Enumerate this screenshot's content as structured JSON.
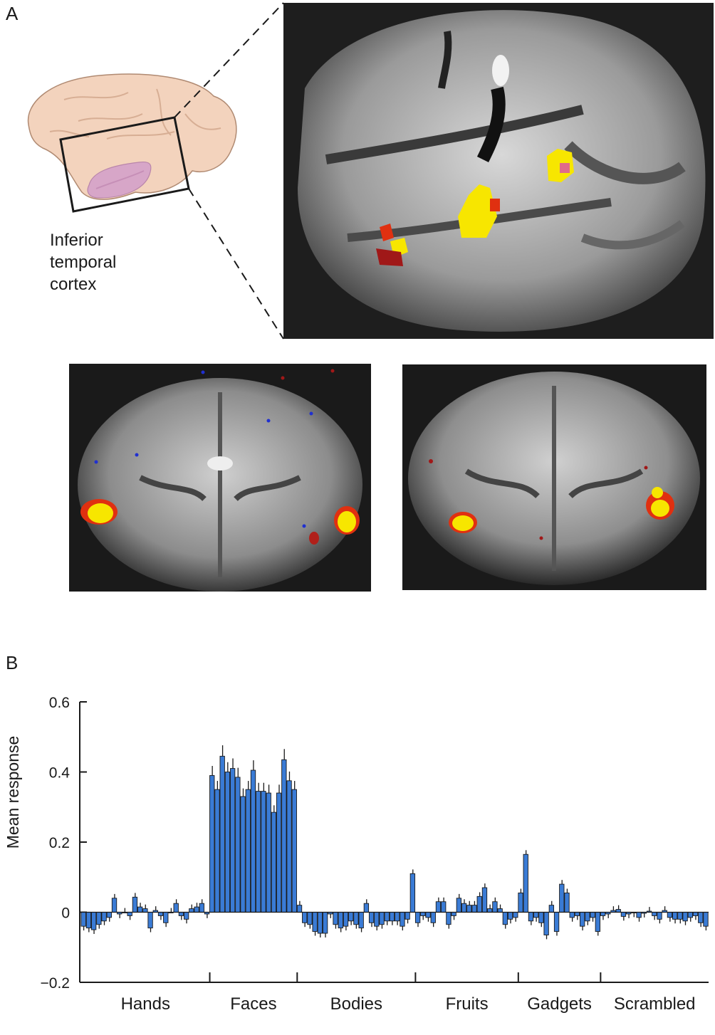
{
  "panel_a": {
    "letter": "A",
    "region_label": "Inferior\ntemporal\ncortex"
  },
  "panel_b": {
    "letter": "B"
  },
  "colors": {
    "bar_fill": "#3a7bd5",
    "activation_hot": "#f7e600",
    "activation_warm": "#e03010",
    "brain_skin": "#f3d3bd",
    "itc_highlight": "#d7a6c8"
  },
  "chart_data": {
    "type": "bar",
    "ylabel": "Mean response",
    "ylim": [
      -0.2,
      0.6
    ],
    "yticks": [
      -0.2,
      0,
      0.2,
      0.4,
      0.6
    ],
    "ytick_labels": [
      "−0.2",
      "0",
      "0.2",
      "0.4",
      "0.6"
    ],
    "categories": [
      "Hands",
      "Faces",
      "Bodies",
      "Fruits",
      "Gadgets",
      "Scrambled"
    ],
    "series": [
      {
        "category": "Hands",
        "values": [
          -0.04,
          -0.045,
          -0.05,
          -0.035,
          -0.025,
          -0.015,
          0.04,
          -0.005,
          0.0,
          -0.01,
          0.043,
          0.015,
          0.01,
          -0.045,
          0.005,
          -0.01,
          -0.03,
          0.0,
          0.025,
          -0.01,
          -0.02,
          0.01,
          0.015,
          0.025,
          -0.005
        ]
      },
      {
        "category": "Faces",
        "values": [
          0.39,
          0.35,
          0.445,
          0.4,
          0.41,
          0.385,
          0.33,
          0.35,
          0.405,
          0.345,
          0.345,
          0.34,
          0.285,
          0.34,
          0.435,
          0.375,
          0.35
        ]
      },
      {
        "category": "Bodies",
        "values": [
          0.02,
          -0.03,
          -0.035,
          -0.055,
          -0.06,
          -0.06,
          -0.005,
          -0.035,
          -0.045,
          -0.04,
          -0.025,
          -0.035,
          -0.045,
          0.025,
          -0.03,
          -0.04,
          -0.035,
          -0.025,
          -0.025,
          -0.025,
          -0.04,
          -0.02,
          0.11
        ]
      },
      {
        "category": "Fruits",
        "values": [
          -0.03,
          -0.01,
          -0.015,
          -0.03,
          0.03,
          0.03,
          -0.035,
          -0.01,
          0.04,
          0.025,
          0.02,
          0.02,
          0.045,
          0.07,
          0.01,
          0.03,
          0.01,
          -0.035,
          -0.02,
          -0.015
        ]
      },
      {
        "category": "Gadgets",
        "values": [
          0.055,
          0.165,
          -0.025,
          -0.015,
          -0.03,
          -0.065,
          0.02,
          -0.055,
          0.08,
          0.055,
          -0.015,
          -0.01,
          -0.04,
          -0.025,
          -0.015,
          -0.055
        ]
      },
      {
        "category": "Scrambled",
        "values": [
          -0.01,
          -0.005,
          0.005,
          0.008,
          -0.012,
          -0.005,
          -0.002,
          -0.015,
          -0.003,
          0.003,
          -0.01,
          -0.02,
          0.005,
          -0.015,
          -0.02,
          -0.02,
          -0.025,
          -0.015,
          -0.01,
          -0.03,
          -0.04
        ]
      }
    ]
  }
}
